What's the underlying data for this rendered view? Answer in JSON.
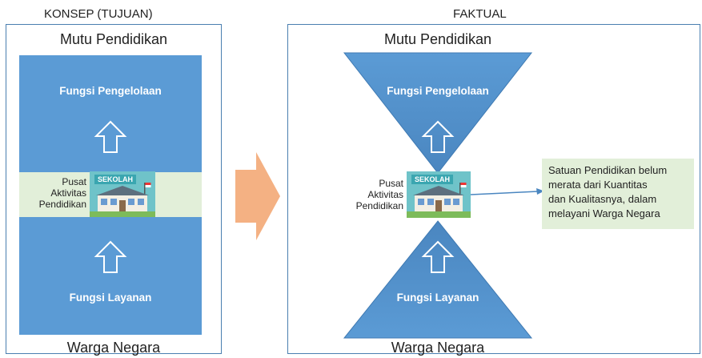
{
  "left_panel": {
    "title": "KONSEP (TUJUAN)",
    "top_label": "Mutu Pendidikan",
    "upper_function": "Fungsi Pengelolaan",
    "center_label_lines": [
      "Pusat",
      "Aktivitas",
      "Pendidikan"
    ],
    "school_sign": "SEKOLAH",
    "lower_function": "Fungsi Layanan",
    "bottom_label": "Warga Negara"
  },
  "right_panel": {
    "title": "FAKTUAL",
    "top_label": "Mutu Pendidikan",
    "upper_function": "Fungsi Pengelolaan",
    "center_label_lines": [
      "Pusat",
      "Aktivitas",
      "Pendidikan"
    ],
    "school_sign": "SEKOLAH",
    "lower_function": "Fungsi Layanan",
    "bottom_label": "Warga Negara",
    "note_lines": [
      "Satuan Pendidikan belum",
      "merata dari Kuantitas",
      "dan Kualitasnya, dalam",
      "melayani Warga Negara"
    ]
  },
  "colors": {
    "frame": "#4a7fb0",
    "block": "#5b9bd5",
    "center_band": "#e2efd9",
    "arrow": "#f4b183",
    "note_bg": "#e2efd9"
  }
}
